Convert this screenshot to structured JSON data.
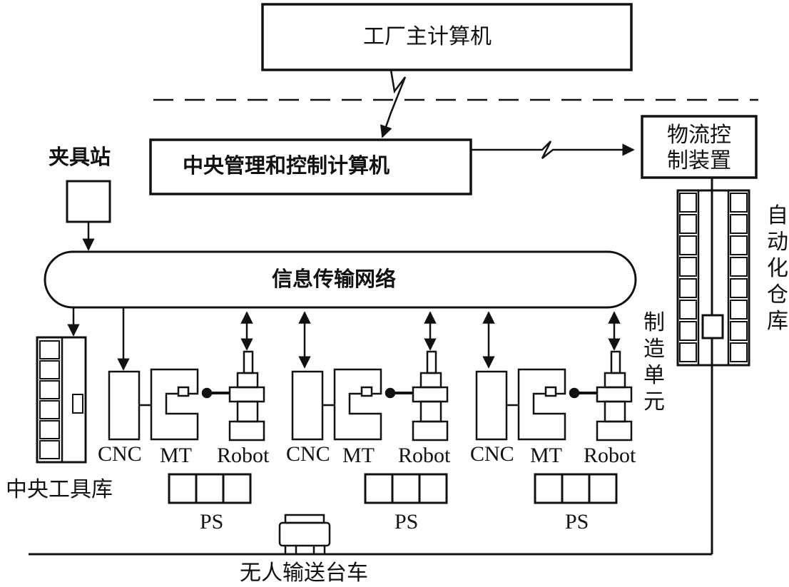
{
  "factory_host_computer": "工厂主计算机",
  "central_computer": "中央管理和控制计算机",
  "logistics_controller": "物流控制装置",
  "fixture_station": "夹具站",
  "info_network": "信息传输网络",
  "central_tool_store": "中央工具库",
  "auto_warehouse": "自动化仓库",
  "manufacturing_unit": "制造单元",
  "agv": "无人输送台车",
  "cells": [
    {
      "cnc": "CNC",
      "mt": "MT",
      "robot": "Robot",
      "ps": "PS"
    },
    {
      "cnc": "CNC",
      "mt": "MT",
      "robot": "Robot",
      "ps": "PS"
    },
    {
      "cnc": "CNC",
      "mt": "MT",
      "robot": "Robot",
      "ps": "PS"
    }
  ]
}
